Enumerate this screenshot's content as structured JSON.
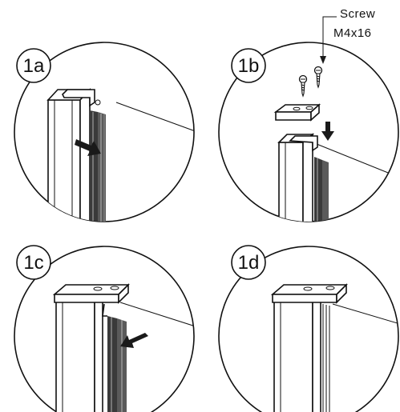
{
  "steps": [
    {
      "id": "1a",
      "label": "1a"
    },
    {
      "id": "1b",
      "label": "1b"
    },
    {
      "id": "1c",
      "label": "1c"
    },
    {
      "id": "1d",
      "label": "1d"
    }
  ],
  "callout": {
    "line1": "Screw",
    "line2": "M4x16"
  }
}
